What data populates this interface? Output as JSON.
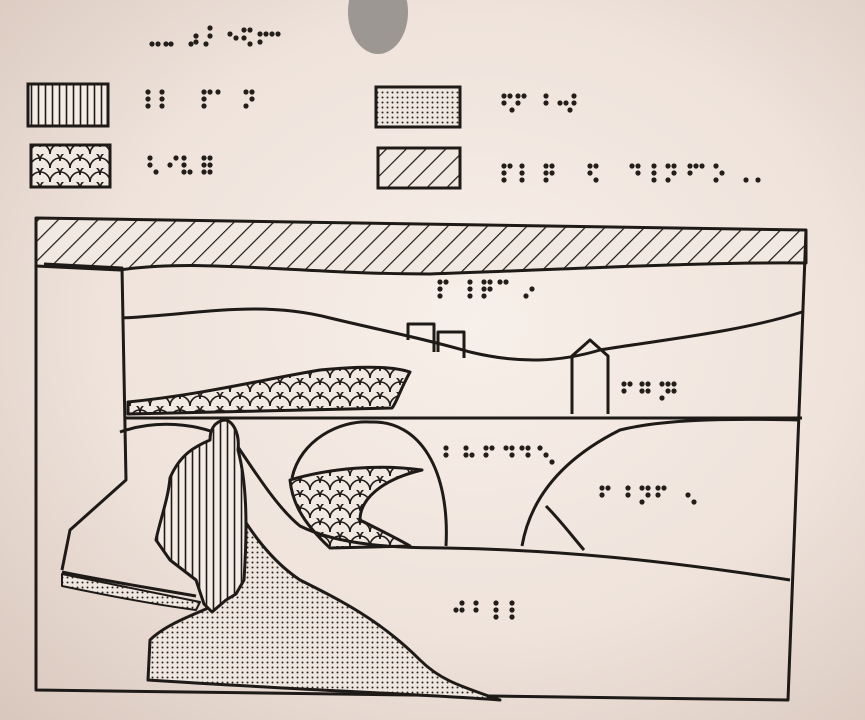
{
  "document": {
    "type": "tactile-graphic",
    "paper_color": "#f1e6de",
    "ink_color": "#1e1a18",
    "embossed_braille_only": true
  },
  "legend": {
    "items": [
      {
        "fill": "vertical-lines"
      },
      {
        "fill": "dots"
      },
      {
        "fill": "scales"
      },
      {
        "fill": "diagonal-lines"
      }
    ]
  },
  "scene": {
    "regions": [
      "sky-band",
      "distant-hills",
      "houses",
      "tower",
      "trees",
      "bridge",
      "river",
      "field",
      "path",
      "statue",
      "wall"
    ]
  }
}
